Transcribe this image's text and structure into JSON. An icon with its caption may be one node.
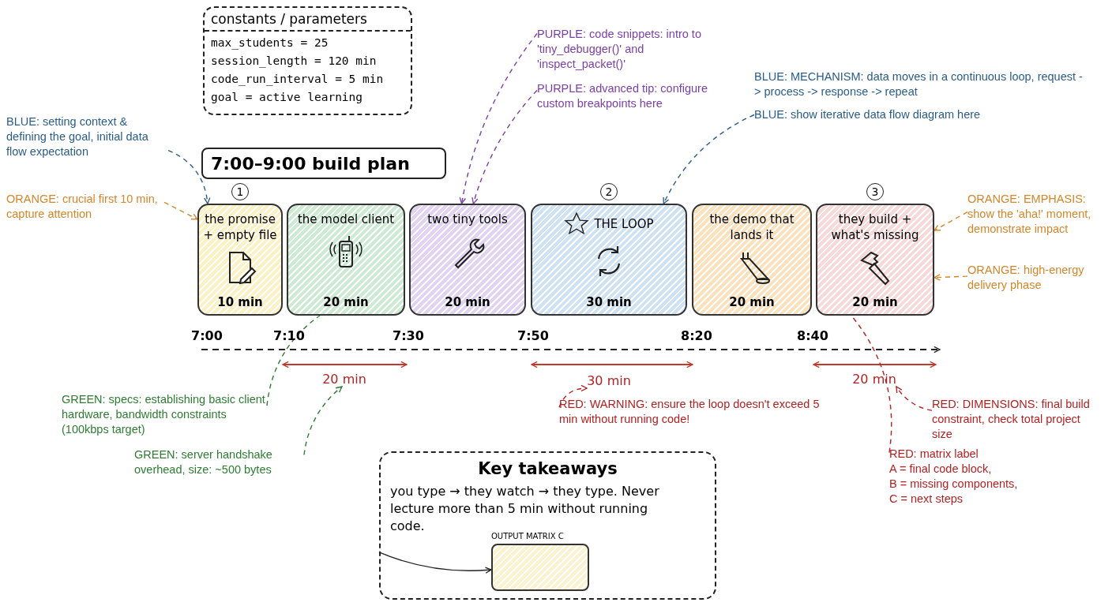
{
  "diagram": {
    "nodes": [
      {
        "text": [
          "constants / parameters",
          "max_students = 25",
          "session_length = 120 min",
          "code_run_interval = 5 min",
          "goal = active learning"
        ]
      },
      {
        "text": [
          "7:00–9:00 build plan"
        ]
      },
      {
        "text": [
          "the promise + empty file",
          "10 min"
        ],
        "beside": [
          "1"
        ]
      },
      {
        "text": [
          "the model client",
          "20 min"
        ]
      },
      {
        "text": [
          "two tiny tools",
          "20 min"
        ]
      },
      {
        "text": [
          "THE LOOP",
          "30 min"
        ],
        "beside": [
          "2"
        ]
      },
      {
        "text": [
          "the demo that lands it",
          "20 min"
        ]
      },
      {
        "text": [
          "they build + what's missing",
          "20 min"
        ],
        "beside": [
          "3"
        ]
      },
      {
        "text": [
          "BLUE: setting context & defining the goal, initial data flow expectation"
        ]
      },
      {
        "text": [
          "ORANGE: crucial first 10 min, capture attention"
        ]
      },
      {
        "text": [
          "PURPLE: code snippets: intro to 'tiny_debugger()' and 'inspect_packet()'"
        ]
      },
      {
        "text": [
          "PURPLE: advanced tip: configure custom breakpoints here"
        ]
      },
      {
        "text": [
          "BLUE: show iterative data flow diagram here"
        ]
      },
      {
        "text": [
          "ORANGE: EMPHASIS: show the 'aha!' moment, demonstrate impact"
        ]
      },
      {
        "text": [
          "ORANGE: high-energy delivery phase"
        ]
      },
      {
        "text": [
          "20 min"
        ]
      },
      {
        "text": [
          "30 min"
        ]
      },
      {
        "text": [
          "20 min"
        ]
      },
      {
        "text": [
          "GREEN: specs: establishing basic client hardware, bandwidth constraints (100kbps target)"
        ]
      },
      {
        "text": [
          "GREEN: server handshake overhead, size: ~500 bytes"
        ]
      },
      {
        "text": [
          "RED: WARNING: ensure the loop doesn't exceed 5 min without running code!"
        ]
      },
      {
        "text": [
          "RED: DIMENSIONS: final build constraint, check total project size"
        ]
      },
      {
        "text": [
          "RED: matrix label",
          "A = final code block,",
          "B = missing components,",
          "C = next steps"
        ]
      },
      {
        "text": [
          "Key takeaways",
          "you type → they watch → they type. Never lecture more than 5 min without running code."
        ]
      },
      {
        "text": [
          "OUTPUT MATRIX C"
        ],
        "in": 23
      }
    ],
    "edges": [
      {
        "from": 8,
        "to": 2,
        "arrow": "to",
        "style": "dashed",
        "color": "#2a5d8a"
      },
      {
        "from": 9,
        "to": 2,
        "arrow": "to",
        "style": "dashed",
        "color": "#d4862a"
      },
      {
        "from": 10,
        "to": 4,
        "arrow": "to",
        "style": "dashed",
        "color": "#7b3fa8"
      },
      {
        "from": 11,
        "to": 4,
        "arrow": "to",
        "style": "dashed",
        "color": "#7b3fa8"
      },
      {
        "from": 12,
        "to": 5,
        "arrow": "to",
        "style": "dashed",
        "color": "#2a5d8a"
      },
      {
        "from": 13,
        "to": 7,
        "arrow": "to",
        "style": "dashed",
        "color": "#d4862a"
      },
      {
        "from": 14,
        "to": 7,
        "arrow": "to",
        "style": "dashed",
        "color": "#d4862a"
      },
      {
        "from": 18,
        "to": 3,
        "arrow": "none",
        "style": "dashed",
        "color": "#2e7d32"
      },
      {
        "from": 19,
        "to": 15,
        "arrow": "to",
        "style": "dashed",
        "color": "#2e7d32"
      },
      {
        "from": 20,
        "to": 16,
        "arrow": "to",
        "style": "dashed",
        "color": "#b22222"
      },
      {
        "from": 21,
        "to": 17,
        "arrow": "to",
        "style": "dashed",
        "color": "#b22222"
      },
      {
        "from": 22,
        "to": 7,
        "arrow": "none",
        "style": "dashed",
        "color": "#b22222"
      },
      {
        "from": 23,
        "to": 24,
        "arrow": "to",
        "color": "#222222"
      }
    ],
    "labels": [
      "BLUE: MECHANISM: data moves in a continuous loop, request -> process -> response -> repeat",
      "7:00",
      "7:10",
      "7:30",
      "7:50",
      "8:20",
      "8:40"
    ]
  }
}
